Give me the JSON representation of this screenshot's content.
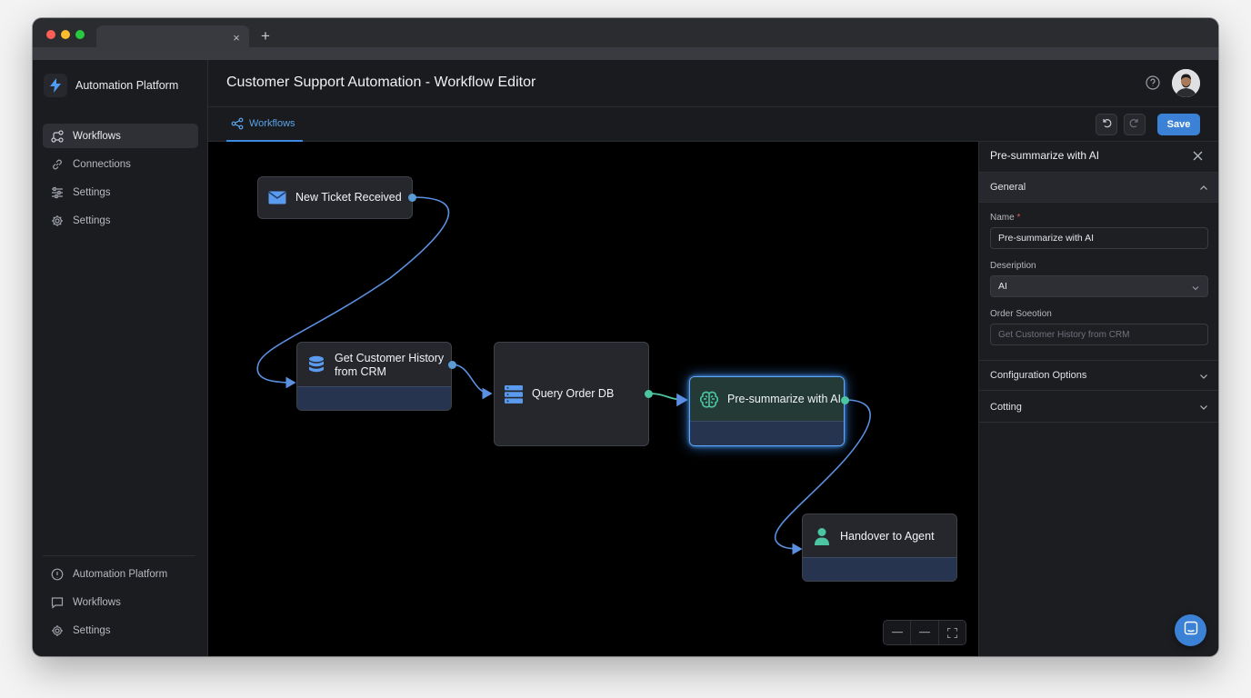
{
  "browser": {
    "tab_close": "×",
    "new_tab": "+"
  },
  "sidebar": {
    "brand": "Automation Platform",
    "items": [
      {
        "label": "Workflows",
        "icon": "workflow-icon",
        "active": true
      },
      {
        "label": "Connections",
        "icon": "link-icon"
      },
      {
        "label": "Settings",
        "icon": "sliders-icon"
      },
      {
        "label": "Settings",
        "icon": "gear-icon"
      }
    ],
    "bottom_items": [
      {
        "label": "Automation Platform",
        "icon": "info-icon"
      },
      {
        "label": "Workflows",
        "icon": "chat-icon"
      },
      {
        "label": "Settings",
        "icon": "gear-icon"
      }
    ]
  },
  "header": {
    "title": "Customer Support Automation - Workflow Editor",
    "tab_label": "Workflows",
    "save_label": "Save"
  },
  "canvas": {
    "nodes": [
      {
        "id": "new-ticket",
        "label": "New Ticket Received",
        "icon": "mail-icon",
        "color": "#5a9bf0"
      },
      {
        "id": "crm",
        "label": "Get Customer History from CRM",
        "icon": "database-icon",
        "color": "#5a9bf0"
      },
      {
        "id": "order-db",
        "label": "Query Order DB",
        "icon": "server-icon",
        "color": "#5a9bf0"
      },
      {
        "id": "ai",
        "label": "Pre-summarize with AI",
        "icon": "brain-icon",
        "color": "#4cc6a2",
        "selected": true
      },
      {
        "id": "handover",
        "label": "Handover to Agent",
        "icon": "person-icon",
        "color": "#4cc6a2"
      }
    ],
    "edge_color": "#5b8fe0",
    "zoom_controls": [
      "zoom-out",
      "zoom-in",
      "fit-view"
    ]
  },
  "panel": {
    "title": "Pre-summarize with AI",
    "sections": {
      "general": "General",
      "config": "Configuration Options",
      "cotting": "Cotting"
    },
    "fields": {
      "name_label": "Name",
      "name_required": "*",
      "name_value": "Pre-summarize with AI",
      "description_label": "Deseription",
      "description_value": "AI",
      "order_label": "Order Soeotion",
      "order_placeholder": "Get Customer History from CRM"
    }
  },
  "colors": {
    "accent": "#3b82d6",
    "canvas_bg": "#000000",
    "selected_glow": "#5fa6ff",
    "port_blue": "#5a9bd6",
    "port_green": "#4cc6a2"
  }
}
